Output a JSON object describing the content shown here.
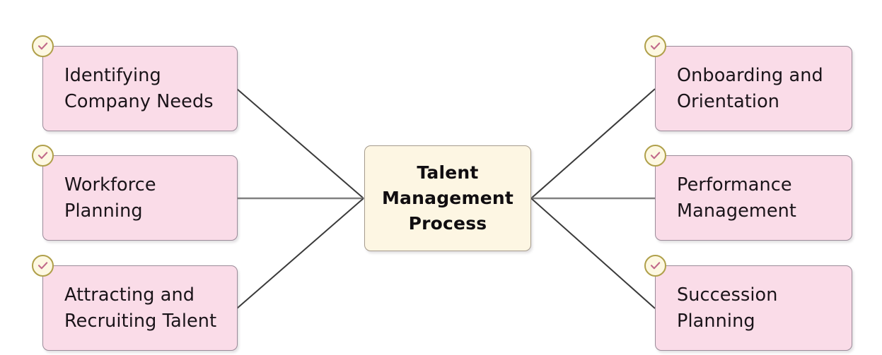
{
  "diagram": {
    "type": "hub-and-spoke",
    "title": "Talent Management Process",
    "hub": {
      "label": "Talent\nManagement\nProcess",
      "fill": "#fdf6e3",
      "border": "#a59b8c"
    },
    "style": {
      "leaf_fill": "#fadce8",
      "leaf_border": "#9b8b99",
      "badge_fill": "#fdf8e2",
      "badge_ring": "#b0a04a",
      "check_color": "#c1698a",
      "connector_straight": "#808080",
      "connector_diagonal": "#3a3a3a",
      "background": "#ffffff",
      "text_color": "#1a1419"
    },
    "badge_icon": "check-circle-icon",
    "left_nodes": [
      {
        "id": "identifying-company-needs",
        "label": "Identifying\nCompany Needs"
      },
      {
        "id": "workforce-planning",
        "label": "Workforce\nPlanning"
      },
      {
        "id": "attracting-and-recruiting-talent",
        "label": "Attracting and\nRecruiting Talent"
      }
    ],
    "right_nodes": [
      {
        "id": "onboarding-and-orientation",
        "label": "Onboarding and\nOrientation"
      },
      {
        "id": "performance-management",
        "label": "Performance\nManagement"
      },
      {
        "id": "succession-planning",
        "label": "Succession\nPlanning"
      }
    ]
  }
}
